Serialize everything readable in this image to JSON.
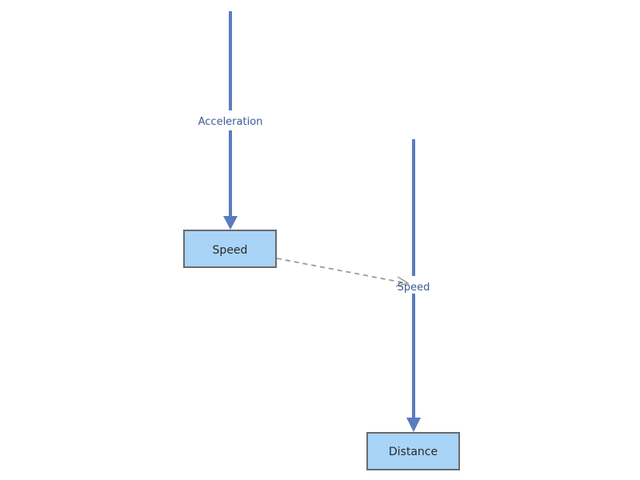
{
  "diagram": {
    "stocks": {
      "speed": "Speed",
      "distance": "Distance"
    },
    "flows": {
      "acceleration": "Acceleration",
      "speed": "Speed"
    },
    "colors": {
      "flow_line": "#5b7bc0",
      "flow_label": "#3d5a99",
      "stock_fill": "#a8d4f8",
      "stock_border": "#6b6b6b",
      "link_dashed": "#9a9a9a"
    }
  }
}
